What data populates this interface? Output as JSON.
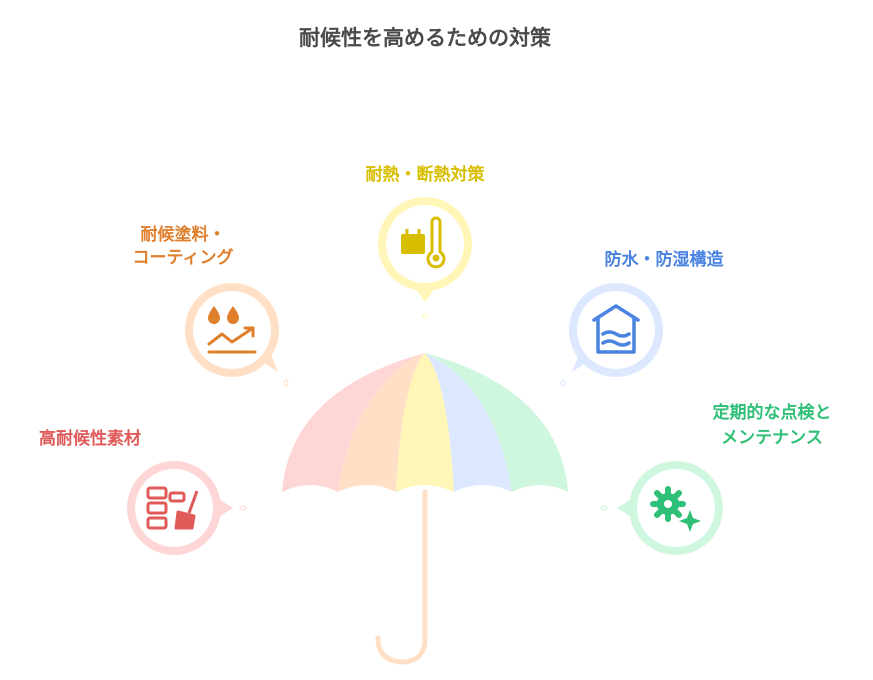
{
  "title": "耐候性を高めるための対策",
  "items": [
    {
      "id": "materials",
      "lines": [
        "高耐候性素材"
      ],
      "color": "#e05a5a",
      "bubble_fill": "#ffd6d6",
      "icon": "materials-icon"
    },
    {
      "id": "coating",
      "lines": [
        "耐候塗料・",
        "コーティング"
      ],
      "color": "#df7f2c",
      "bubble_fill": "#ffe0c6",
      "icon": "water-drops-trend-icon"
    },
    {
      "id": "heat",
      "lines": [
        "耐熱・断熱対策"
      ],
      "color": "#d8be00",
      "bubble_fill": "#fff6b8",
      "icon": "thermometer-icon"
    },
    {
      "id": "waterproof",
      "lines": [
        "防水・防湿構造"
      ],
      "color": "#4a83e0",
      "bubble_fill": "#dce8ff",
      "icon": "house-water-icon"
    },
    {
      "id": "maintenance",
      "lines": [
        "定期的な点検と",
        "メンテナンス"
      ],
      "color": "#2fbf76",
      "bubble_fill": "#cff7df",
      "icon": "gear-sparkle-icon"
    }
  ],
  "umbrella": {
    "panel_colors": [
      "#ffd6d6",
      "#ffe0c6",
      "#fff6b8",
      "#dce8ff",
      "#cff7df"
    ],
    "handle_color": "#ffe0c6"
  }
}
